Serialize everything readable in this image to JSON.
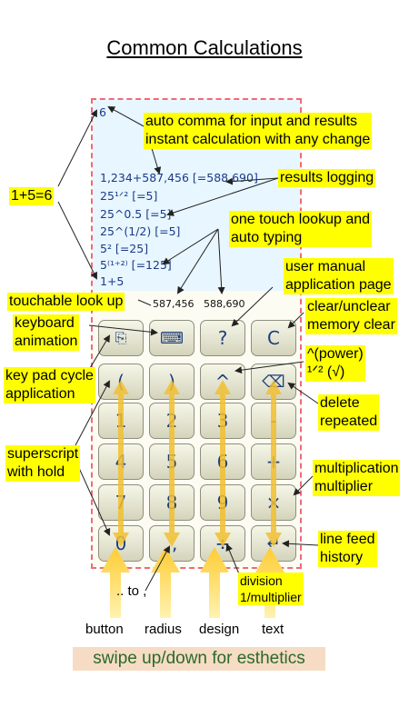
{
  "title": "Common Calculations",
  "display": {
    "top_value": "6",
    "log_lines": [
      "1,234+587,456 [=588,690]",
      "25¹ᐟ² [=5]",
      "25^0.5 [=5]",
      "25^(1/2) [=5]",
      "5² [=25]",
      "5⁽¹⁺²⁾ [=125]",
      "1+5"
    ],
    "lookups": [
      "587,456",
      "588,690"
    ]
  },
  "keys": {
    "top_row": [
      "⎘",
      "⌨",
      "?",
      "C"
    ],
    "row2": [
      "(",
      ")",
      "^",
      "⌫"
    ],
    "row3": [
      "1",
      "2",
      "3",
      "-"
    ],
    "row4": [
      "4",
      "5",
      "6",
      "+"
    ],
    "row5": [
      "7",
      "8",
      "9",
      "×"
    ],
    "row6": [
      "0",
      ".,",
      "÷",
      "↵"
    ]
  },
  "notes": {
    "auto_comma": [
      "auto comma  for  input and results",
      "instant calculation with any change"
    ],
    "results_logging": "results logging",
    "one_touch": [
      "one touch lookup and",
      "auto typing"
    ],
    "user_manual": [
      "user manual",
      "application page"
    ],
    "clear": [
      "clear/unclear",
      "memory clear"
    ],
    "touchable": "touchable look up",
    "keyboard": [
      "keyboard",
      "animation"
    ],
    "key_pad": [
      "key pad cycle",
      "application"
    ],
    "power": [
      "^(power)",
      "¹ᐟ² (√)"
    ],
    "delete": [
      "delete",
      "repeated"
    ],
    "superscript": [
      "superscript",
      "with hold"
    ],
    "multiplication": [
      "multiplication",
      "multiplier"
    ],
    "line_feed": [
      "line feed",
      "history"
    ],
    "division": [
      "division",
      "1/multiplier"
    ],
    "one_plus_five": "1+5=6"
  },
  "swipe": {
    "dot_to_comma": ".. to ,",
    "labels": [
      "button",
      "radius",
      "design",
      "text"
    ]
  },
  "footer": "swipe up/down for  esthetics"
}
